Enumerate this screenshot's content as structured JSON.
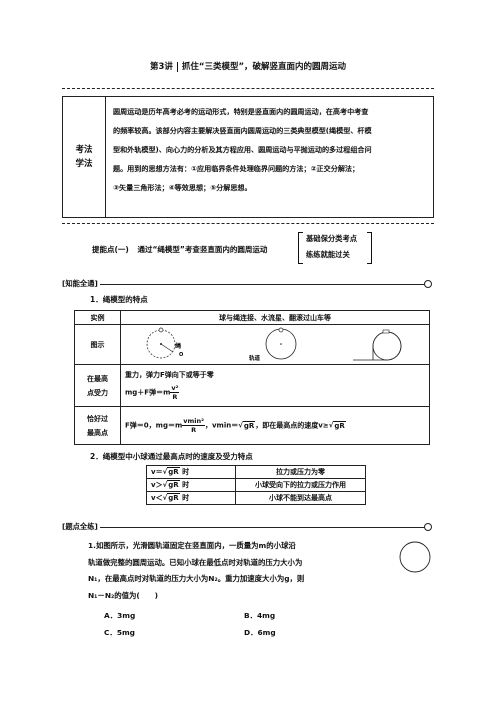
{
  "header": {
    "lecture": "第3讲",
    "title": "抓住“三类模型”，破解竖直面内的圆周运动"
  },
  "intro": {
    "label_line1": "考法",
    "label_line2": "学法",
    "lines": [
      "圆周运动是历年高考必考的运动形式，特别是竖直面内的圆周运动，在高考中考查",
      "的频率较高。该部分内容主要解决竖直面内圆周运动的三类典型模型(绳模型、杆模",
      "型和外轨模型)、向心力的分析及其方程应用、圆周运动与平抛运动的多过程组合问",
      "题。用到的思想方法有：①应用临界条件处理临界问题的方法；②正交分解法；",
      "③矢量三角形法；④等效思想；⑤分解思想。"
    ]
  },
  "point1": {
    "label": "提能点(一)",
    "text": "通过“绳模型”考查竖直面内的圆周运动"
  },
  "brace": {
    "top": "基础保分类考点",
    "bottom": "练练就能过关"
  },
  "section_knowledge": "[知能全通]",
  "sub1": "1．绳模型的特点",
  "table1": {
    "col1_header": "实例",
    "col2_header": "球与绳连接、水流星、翻滚过山车等",
    "row_diagram_label": "图示",
    "diagram_text": {
      "rope": "绳",
      "track": "轨道"
    },
    "row_top_label_1": "在最高",
    "row_top_label_2": "点受力",
    "row_top_line1": "重力，弹力F弹向下或等于零",
    "row_top_line2_prefix": "mg＋F弹＝m",
    "row_top_frac_num": "v²",
    "row_top_frac_den": "R",
    "row_pass_label_1": "恰好过",
    "row_pass_label_2": "最高点",
    "row_pass_a": "F弹＝0，mg＝m",
    "row_pass_frac_num": "vmin²",
    "row_pass_frac_den": "R",
    "row_pass_b": "，vmin＝",
    "row_pass_sqrt1": "gR",
    "row_pass_c": "，即在最高点的速度v≥",
    "row_pass_sqrt2": "gR"
  },
  "sub2": "2．绳模型中小球通过最高点时的速度及受力特点",
  "table2": {
    "rows": [
      {
        "cond_prefix": "v＝",
        "sqrt": "gR",
        "cond_suffix": " 时",
        "result": "拉力或压力为零"
      },
      {
        "cond_prefix": "v＞",
        "sqrt": "gR",
        "cond_suffix": " 时",
        "result": "小球受向下的拉力或压力作用"
      },
      {
        "cond_prefix": "v＜",
        "sqrt": "gR",
        "cond_suffix": " 时",
        "result": "小球不能到达最高点"
      }
    ]
  },
  "section_problem": "[题点全练]",
  "question": {
    "lines": [
      "1.如图所示，光滑圆轨道固定在竖直面内，一质量为m的小球沿",
      "轨道做完整的圆周运动。已知小球在最低点时对轨道的压力大小为",
      "N₁，在最高点时对轨道的压力大小为N₂。重力加速度大小为g，则",
      "N₁－N₂的值为(　　)"
    ],
    "options": {
      "A": "A．3mg",
      "B": "B．4mg",
      "C": "C．5mg",
      "D": "D．6mg"
    }
  }
}
